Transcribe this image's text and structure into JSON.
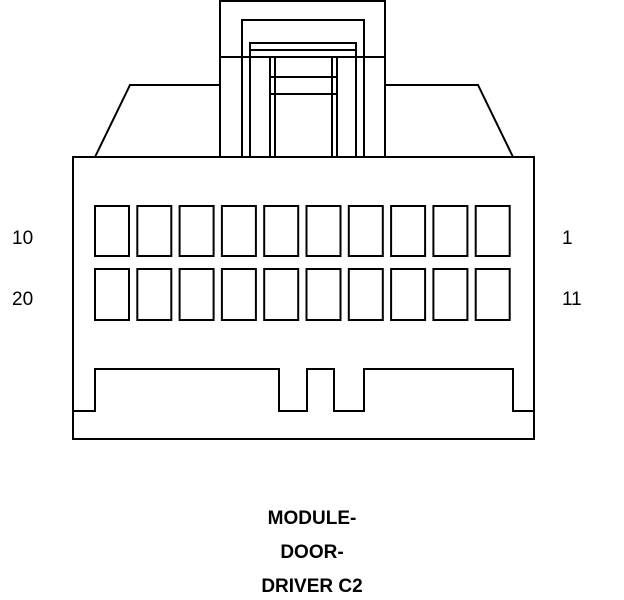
{
  "connector": {
    "pin_labels": {
      "top_left": "10",
      "bottom_left": "20",
      "top_right": "1",
      "bottom_right": "11"
    },
    "caption_lines": [
      "MODULE-",
      "DOOR-",
      "DRIVER C2"
    ],
    "pin_count": 20,
    "line_color": "#000000",
    "background_color": "#ffffff"
  }
}
